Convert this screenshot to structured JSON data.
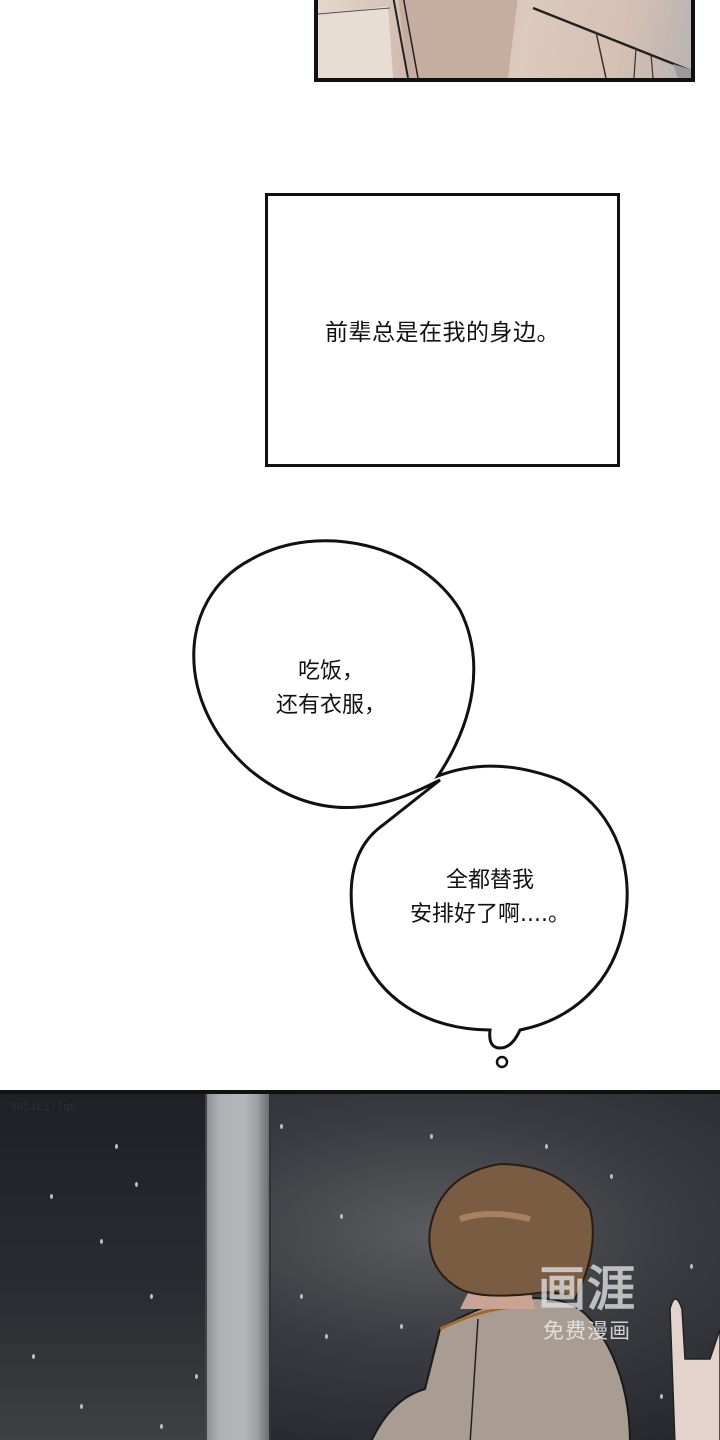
{
  "page": {
    "type": "webtoon-comic-strip",
    "background": "#ffffff"
  },
  "panels": {
    "top": {
      "description": "partial art panel showing beige clothing/figure, cropped at top"
    },
    "narration": {
      "text": "前辈总是在我的身边。"
    },
    "bubble1": {
      "text": "吃饭，\n还有衣服，"
    },
    "bubble2": {
      "text": "全都替我\n安排好了啊....。"
    },
    "bottom": {
      "description": "night scene with falling snow; brown-haired man in beige coat seen from behind facing a window"
    }
  },
  "watermark": {
    "code": "8U5iE17Tq0",
    "logo": "画涯",
    "subtitle": "免费漫画"
  },
  "colors": {
    "ink": "#111111",
    "night_sky": "#2a2b30",
    "coat": "#b8aca2",
    "hair": "#7a5c42"
  }
}
